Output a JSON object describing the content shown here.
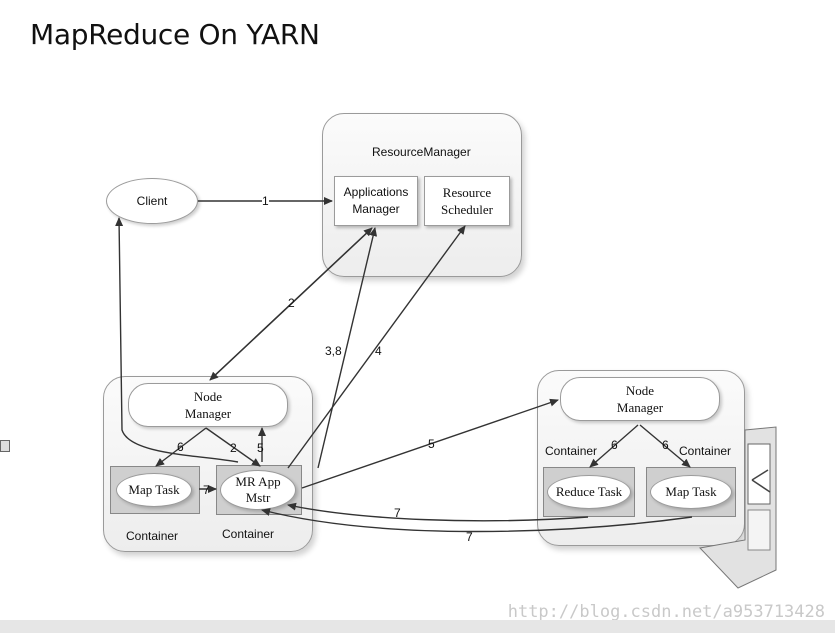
{
  "title": "MapReduce On YARN",
  "resource_manager": {
    "label": "ResourceManager",
    "applications_manager": "Applications\nManager",
    "resource_scheduler": "Resource\nScheduler"
  },
  "client": "Client",
  "node_left": {
    "node_manager": "Node\nManager",
    "map_task": "Map Task",
    "mr_app_master": "MR App\nMstr",
    "container_a": "Container",
    "container_b": "Container"
  },
  "node_right": {
    "node_manager": "Node\nManager",
    "reduce_task": "Reduce Task",
    "map_task": "Map Task",
    "container_a": "Container",
    "container_b": "Container"
  },
  "arrow_labels": {
    "a1": "1",
    "a2": "2",
    "a38": "3,8",
    "a4": "4",
    "a5_left": "5",
    "a5_right": "5",
    "a6_left": "6",
    "a2_left": "2",
    "a6_right_a": "6",
    "a6_right_b": "6",
    "a7_left": "7",
    "a7_mid": "7",
    "a7_bottom": "7"
  },
  "watermark": "http://blog.csdn.net/a953713428"
}
